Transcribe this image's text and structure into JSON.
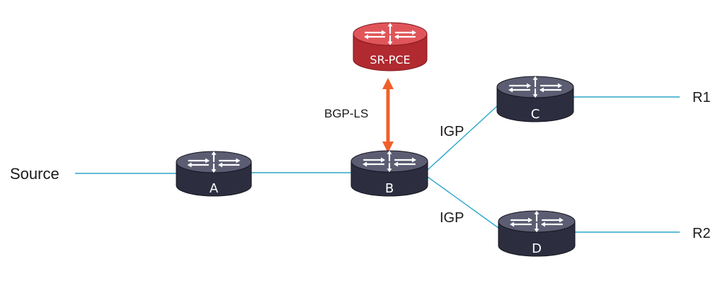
{
  "colors": {
    "link": "#2aa6c9",
    "router_top": "#5c5c72",
    "router_side": "#2d2d40",
    "router_edge": "#15151f",
    "pce_top": "#e0555a",
    "pce_side": "#b02a30",
    "pce_edge": "#7c1519",
    "bgp_arrow": "#f0602a",
    "text": "#1a1a1a"
  },
  "labels": {
    "source": "Source",
    "r1": "R1",
    "r2": "R2",
    "bgp_ls": "BGP-LS",
    "igp_upper": "IGP",
    "igp_lower": "IGP"
  },
  "nodes": {
    "a": {
      "name": "A",
      "kind": "router",
      "icon": "router-icon"
    },
    "b": {
      "name": "B",
      "kind": "router",
      "icon": "router-icon"
    },
    "c": {
      "name": "C",
      "kind": "router",
      "icon": "router-icon"
    },
    "d": {
      "name": "D",
      "kind": "router",
      "icon": "router-icon"
    },
    "pce": {
      "name": "SR-PCE",
      "kind": "controller",
      "icon": "router-icon"
    }
  }
}
